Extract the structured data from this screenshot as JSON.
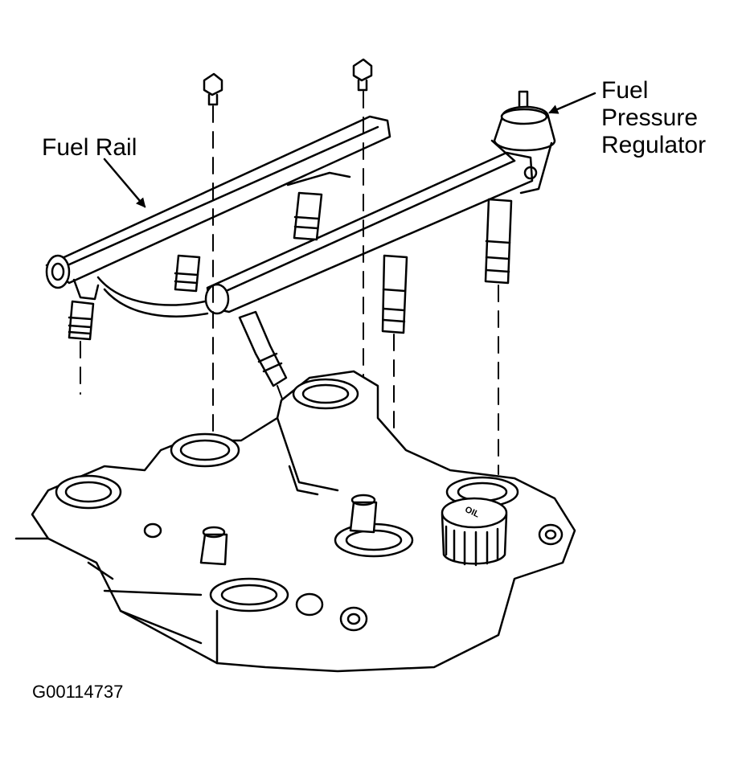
{
  "labels": {
    "fuel_rail": "Fuel Rail",
    "regulator_line1": "Fuel",
    "regulator_line2": "Pressure",
    "regulator_line3": "Regulator",
    "oil_cap": "OIL"
  },
  "figure_id": "G00114737",
  "colors": {
    "ink": "#000000",
    "paper": "#ffffff"
  }
}
